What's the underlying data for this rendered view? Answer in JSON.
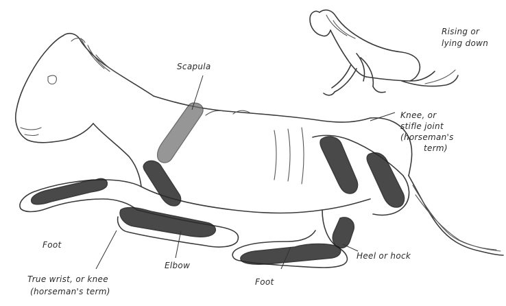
{
  "labels": {
    "scapula": "Scapula",
    "knee_stifle": [
      "Knee, or",
      "stifle joint",
      "(horseman's",
      "term)"
    ],
    "rising": [
      "Rising or",
      "lying down"
    ],
    "foot_front": "Foot",
    "true_wrist": [
      "True wrist, or knee",
      "(horseman's term)"
    ],
    "elbow": "Elbow",
    "foot_rear": "Foot",
    "heel_hock": "Heel or hock"
  }
}
